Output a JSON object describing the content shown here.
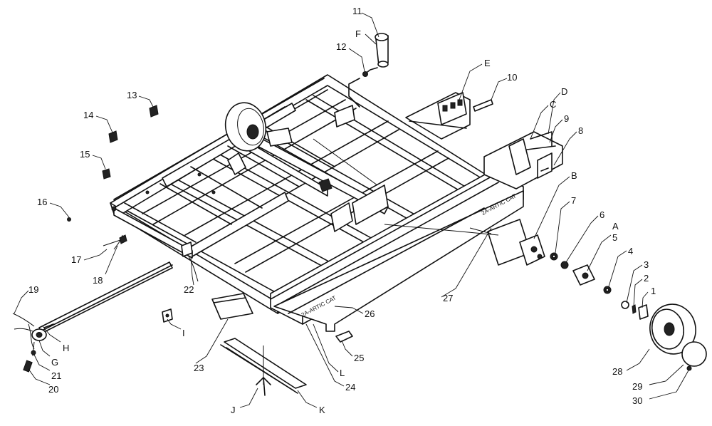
{
  "callouts": [
    {
      "id": "c11",
      "text": "11"
    },
    {
      "id": "cF",
      "text": "F"
    },
    {
      "id": "c12",
      "text": "12"
    },
    {
      "id": "cE",
      "text": "E"
    },
    {
      "id": "c10",
      "text": "10"
    },
    {
      "id": "cD",
      "text": "D"
    },
    {
      "id": "cC",
      "text": "C"
    },
    {
      "id": "c9",
      "text": "9"
    },
    {
      "id": "c8",
      "text": "8"
    },
    {
      "id": "c13",
      "text": "13"
    },
    {
      "id": "c14",
      "text": "14"
    },
    {
      "id": "c15",
      "text": "15"
    },
    {
      "id": "c16",
      "text": "16"
    },
    {
      "id": "c17",
      "text": "17"
    },
    {
      "id": "c18",
      "text": "18"
    },
    {
      "id": "cB",
      "text": "B"
    },
    {
      "id": "c7",
      "text": "7"
    },
    {
      "id": "c6",
      "text": "6"
    },
    {
      "id": "cA",
      "text": "A"
    },
    {
      "id": "c5",
      "text": "5"
    },
    {
      "id": "c4",
      "text": "4"
    },
    {
      "id": "c3",
      "text": "3"
    },
    {
      "id": "c2",
      "text": "2"
    },
    {
      "id": "c1",
      "text": "1"
    },
    {
      "id": "c22",
      "text": "22"
    },
    {
      "id": "c27",
      "text": "27"
    },
    {
      "id": "c19",
      "text": "19"
    },
    {
      "id": "cH",
      "text": "H"
    },
    {
      "id": "cG",
      "text": "G"
    },
    {
      "id": "c21",
      "text": "21"
    },
    {
      "id": "c20",
      "text": "20"
    },
    {
      "id": "cI",
      "text": "I"
    },
    {
      "id": "c23",
      "text": "23"
    },
    {
      "id": "c26",
      "text": "26"
    },
    {
      "id": "c25",
      "text": "25"
    },
    {
      "id": "cL",
      "text": "L"
    },
    {
      "id": "c24",
      "text": "24"
    },
    {
      "id": "cJ",
      "text": "J"
    },
    {
      "id": "cK",
      "text": "K"
    },
    {
      "id": "c28",
      "text": "28"
    },
    {
      "id": "c29",
      "text": "29"
    },
    {
      "id": "c30",
      "text": "30"
    }
  ],
  "stamps": [
    {
      "id": "s1",
      "text": "2A-ARTIC CAT"
    },
    {
      "id": "s2",
      "text": "2A-ARTIC CAT"
    }
  ]
}
